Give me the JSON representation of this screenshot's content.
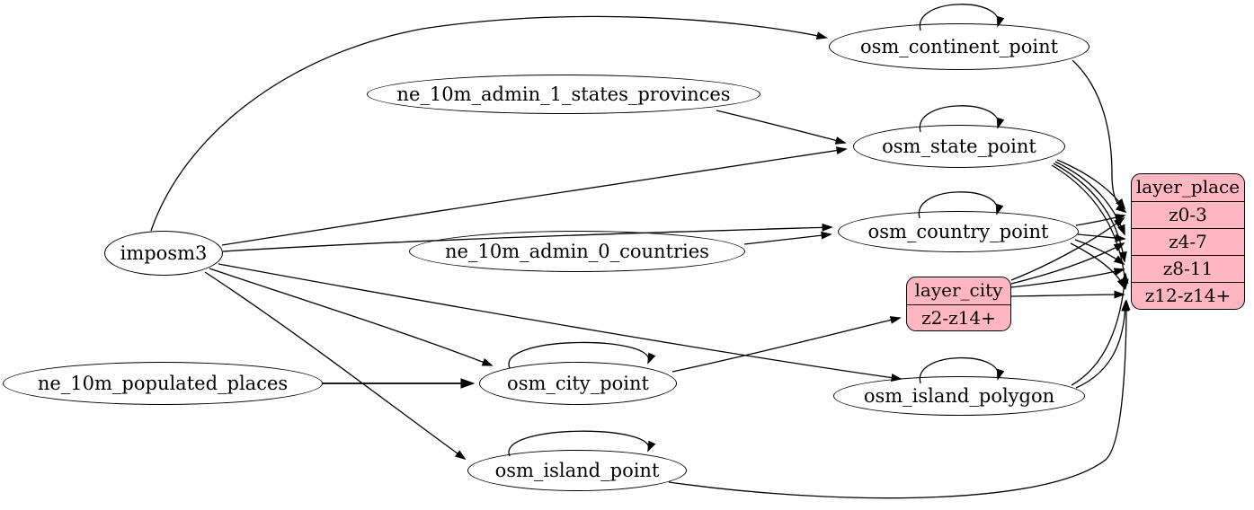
{
  "diagram": {
    "background_color": "#ffffff",
    "edge_color": "#000000",
    "record_fill_color": "#ffb6c1",
    "nodes": {
      "imposm3": {
        "label": "imposm3",
        "shape": "ellipse"
      },
      "ne_10m_admin_1_states_provinces": {
        "label": "ne_10m_admin_1_states_provinces",
        "shape": "ellipse"
      },
      "ne_10m_admin_0_countries": {
        "label": "ne_10m_admin_0_countries",
        "shape": "ellipse"
      },
      "ne_10m_populated_places": {
        "label": "ne_10m_populated_places",
        "shape": "ellipse"
      },
      "osm_continent_point": {
        "label": "osm_continent_point",
        "shape": "ellipse"
      },
      "osm_state_point": {
        "label": "osm_state_point",
        "shape": "ellipse"
      },
      "osm_country_point": {
        "label": "osm_country_point",
        "shape": "ellipse"
      },
      "osm_city_point": {
        "label": "osm_city_point",
        "shape": "ellipse"
      },
      "osm_island_polygon": {
        "label": "osm_island_polygon",
        "shape": "ellipse"
      },
      "osm_island_point": {
        "label": "osm_island_point",
        "shape": "ellipse"
      },
      "layer_city": {
        "label": "layer_city",
        "shape": "record",
        "fill": "#ffb6c1",
        "rows": [
          "z2-z14+"
        ]
      },
      "layer_place": {
        "label": "layer_place",
        "shape": "record",
        "fill": "#ffb6c1",
        "rows": [
          "z0-3",
          "z4-7",
          "z8-11",
          "z12-z14+"
        ]
      }
    },
    "edges": [
      {
        "from": "imposm3",
        "to": "osm_continent_point"
      },
      {
        "from": "imposm3",
        "to": "osm_state_point"
      },
      {
        "from": "imposm3",
        "to": "osm_country_point"
      },
      {
        "from": "imposm3",
        "to": "osm_city_point"
      },
      {
        "from": "imposm3",
        "to": "osm_island_polygon"
      },
      {
        "from": "imposm3",
        "to": "osm_island_point"
      },
      {
        "from": "ne_10m_admin_1_states_provinces",
        "to": "osm_state_point"
      },
      {
        "from": "ne_10m_admin_0_countries",
        "to": "osm_country_point"
      },
      {
        "from": "ne_10m_populated_places",
        "to": "osm_city_point"
      },
      {
        "from": "osm_continent_point",
        "to": "osm_continent_point"
      },
      {
        "from": "osm_state_point",
        "to": "osm_state_point"
      },
      {
        "from": "osm_country_point",
        "to": "osm_country_point"
      },
      {
        "from": "osm_city_point",
        "to": "osm_city_point"
      },
      {
        "from": "osm_island_polygon",
        "to": "osm_island_polygon"
      },
      {
        "from": "osm_island_point",
        "to": "osm_island_point"
      },
      {
        "from": "osm_continent_point",
        "to": "layer_place",
        "to_port": "z0-3"
      },
      {
        "from": "osm_state_point",
        "to": "layer_place",
        "to_port": "z0-3"
      },
      {
        "from": "osm_state_point",
        "to": "layer_place",
        "to_port": "z4-7"
      },
      {
        "from": "osm_state_point",
        "to": "layer_place",
        "to_port": "z8-11"
      },
      {
        "from": "osm_state_point",
        "to": "layer_place",
        "to_port": "z12-z14+"
      },
      {
        "from": "osm_country_point",
        "to": "layer_place",
        "to_port": "z0-3"
      },
      {
        "from": "osm_country_point",
        "to": "layer_place",
        "to_port": "z4-7"
      },
      {
        "from": "osm_country_point",
        "to": "layer_place",
        "to_port": "z8-11"
      },
      {
        "from": "osm_country_point",
        "to": "layer_place",
        "to_port": "z12-z14+"
      },
      {
        "from": "osm_city_point",
        "to": "layer_city",
        "to_port": "z2-z14+"
      },
      {
        "from": "layer_city",
        "to": "layer_place",
        "to_port": "z0-3"
      },
      {
        "from": "layer_city",
        "to": "layer_place",
        "to_port": "z4-7"
      },
      {
        "from": "layer_city",
        "to": "layer_place",
        "to_port": "z8-11"
      },
      {
        "from": "layer_city",
        "to": "layer_place",
        "to_port": "z12-z14+"
      },
      {
        "from": "osm_island_polygon",
        "to": "layer_place",
        "to_port": "z8-11"
      },
      {
        "from": "osm_island_polygon",
        "to": "layer_place",
        "to_port": "z12-z14+"
      },
      {
        "from": "osm_island_point",
        "to": "layer_place",
        "to_port": "z12-z14+"
      }
    ]
  }
}
